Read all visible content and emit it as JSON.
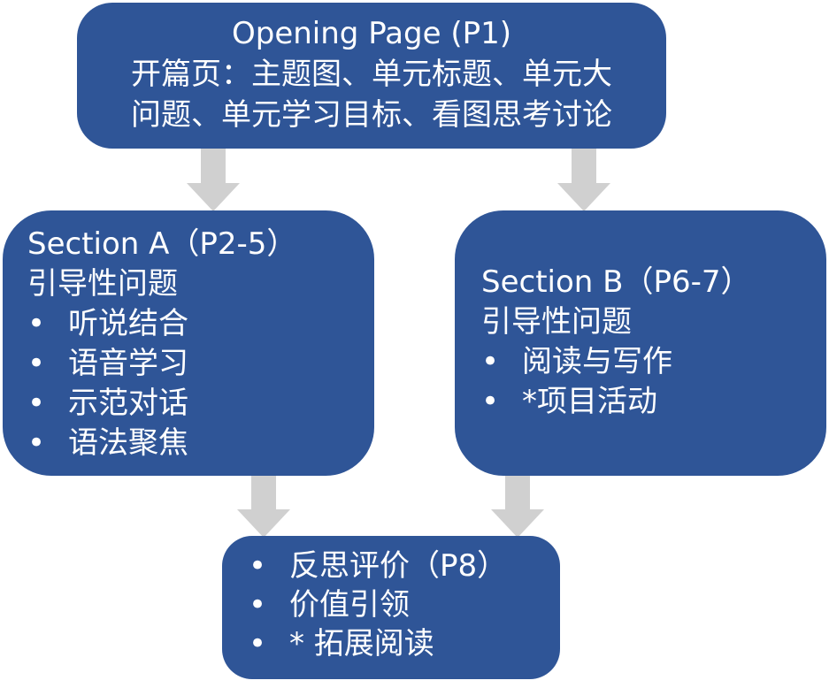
{
  "opening": {
    "lines": [
      "Opening Page (P1)",
      "开篇页：主题图、单元标题、单元大",
      "问题、单元学习目标、看图思考讨论"
    ]
  },
  "section_a": {
    "title": "Section A（P2-5）",
    "subtitle": "引导性问题",
    "items": [
      "听说结合",
      "语音学习",
      "示范对话",
      "语法聚焦"
    ]
  },
  "section_b": {
    "title": "Section B（P6-7）",
    "subtitle": "引导性问题",
    "items": [
      "阅读与写作",
      "*项目活动"
    ]
  },
  "summary": {
    "items": [
      "反思评价（P8）",
      "价值引领",
      "* 拓展阅读"
    ]
  },
  "bullet_glyph": "•",
  "colors": {
    "box_fill": "#2f5597",
    "box_text": "#ffffff",
    "arrow": "#d0d0d0"
  }
}
